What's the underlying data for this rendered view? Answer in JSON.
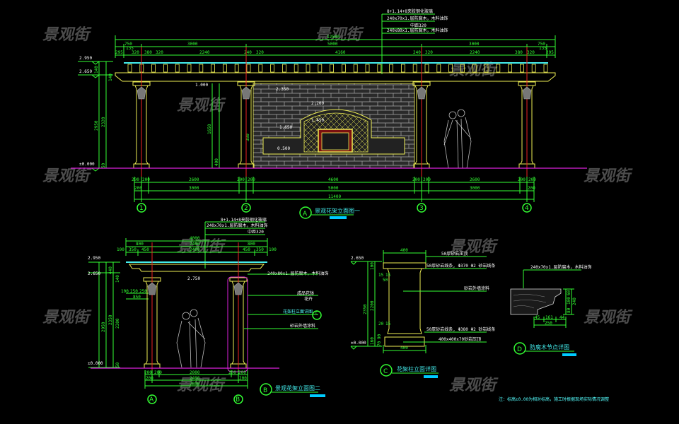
{
  "watermark": "景观街",
  "colors": {
    "background": "#000000",
    "dimension": "#33ff33",
    "outline": "#eeee55",
    "axis": "#ee2222",
    "ground": "#dd22dd",
    "beam": "#44eeee"
  },
  "elevation_a": {
    "title": "景观花架立面图一",
    "marker": "A",
    "leader_notes": [
      "8+1.14+8夹胶钢化玻璃",
      "240x70x1.层防腐木，木料油饰",
      "中距320",
      "240x80x1.层防腐木，木料油饰"
    ],
    "top_dims_total": "12500",
    "top_dims_row1": [
      "750",
      "3000",
      "5000",
      "3000",
      "750"
    ],
    "top_dims_row2": [
      "295",
      "135",
      "320",
      "380",
      "320",
      "2240",
      "240",
      "320",
      "4160",
      "240",
      "320",
      "2240",
      "380",
      "320",
      "135",
      "295"
    ],
    "levels": [
      "2.950",
      "2.650",
      "±0.000"
    ],
    "left_dims": [
      "2950",
      "2320",
      "140",
      "140",
      "50"
    ],
    "inner_labels": [
      "2.350",
      "2.200",
      "1.650",
      "1.450",
      "1.000",
      "0.500",
      "1650",
      "400",
      "380"
    ],
    "bottom_dims_row1": [
      "200",
      "200",
      "2600",
      "200",
      "200",
      "4600",
      "200",
      "200",
      "2600",
      "200",
      "200"
    ],
    "bottom_dims_row2": [
      "200",
      "3000",
      "5000",
      "3000",
      "200"
    ],
    "bottom_total": "11400",
    "axes": [
      "1",
      "2",
      "3",
      "4"
    ]
  },
  "elevation_b": {
    "title": "景观花架立面图二",
    "marker": "B",
    "leader_notes": [
      "8+1.14+8夹胶钢化玻璃",
      "240x70x1.层防腐木，木料油饰",
      "中距320"
    ],
    "beam_note": "240x80x1.层防腐木，木料油饰",
    "side_notes": [
      "成品花钵",
      "花卉",
      "花架柱立面详图",
      "砂岩外墙涂料"
    ],
    "side_marker": "C",
    "top_total": "4000",
    "top_row1": [
      "800",
      "2400",
      "800"
    ],
    "top_row2": [
      "100",
      "350",
      "450",
      "2400",
      "450",
      "350",
      "100"
    ],
    "levels": [
      "2.950",
      "2.650",
      "±0.000"
    ],
    "beam_level": "2.750",
    "left_dims": [
      "2950",
      "2350",
      "2300",
      "440",
      "140",
      "50"
    ],
    "inner_dims": [
      "100",
      "250",
      "250",
      "850"
    ],
    "bottom_row1": [
      "200",
      "200",
      "2000",
      "200",
      "200"
    ],
    "bottom_row2": [
      "200",
      "2400",
      "200"
    ],
    "bottom_total": "2800",
    "axes": [
      "A",
      "B"
    ]
  },
  "detail_c": {
    "title": "花架柱立面详图",
    "marker": "C",
    "top_width": "400",
    "bottom_width": "400",
    "notes": [
      "50厚砂岩压顶",
      "50厚砂岩线条, Φ370 Φ2 砂岩线条",
      "砂岩外墙涂料",
      "50厚砂岩线条, Φ380 Φ2 砂岩线条",
      "400x400x70砂岩压顶"
    ],
    "levels": [
      "2.650",
      "±0.000"
    ],
    "left_dims": [
      "2350",
      "2200",
      "100",
      "160",
      "70",
      "90",
      "50",
      "15",
      "15",
      "20",
      "15"
    ]
  },
  "detail_d": {
    "title": "防腐木节点详图",
    "marker": "D",
    "note": "240x70x1.层防腐木，木料油饰",
    "dims_right": [
      "60",
      "100",
      "80",
      "240"
    ],
    "dims_bottom": [
      "45",
      "161",
      "44",
      "250"
    ]
  },
  "footnote": "注：标高±0.00为相对标高，施工时根据现场实际情况调整"
}
